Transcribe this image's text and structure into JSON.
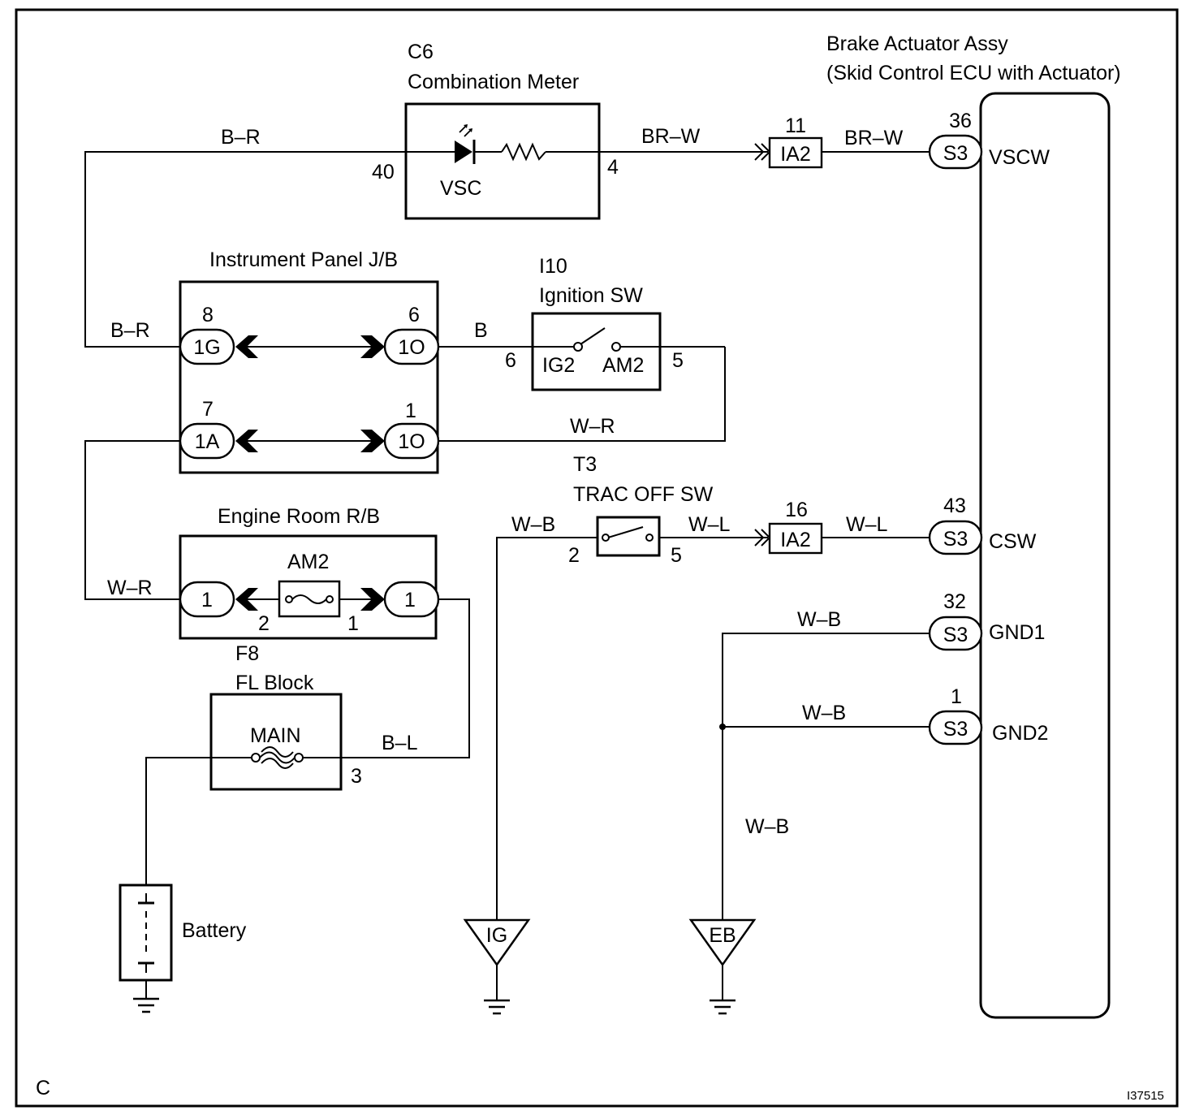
{
  "diagram": {
    "components": {
      "combination_meter": {
        "code": "C6",
        "name": "Combination Meter",
        "indicator": "VSC",
        "pin_in": "40",
        "pin_out": "4"
      },
      "brake_actuator": {
        "name": "Brake Actuator Assy",
        "subtitle": "(Skid Control ECU with Actuator)"
      },
      "instrument_panel_jb": {
        "name": "Instrument Panel J/B"
      },
      "ignition_sw": {
        "code": "I10",
        "name": "Ignition SW",
        "term_left": "IG2",
        "term_right": "AM2",
        "pin_left": "6",
        "pin_right": "5"
      },
      "trac_off_sw": {
        "code": "T3",
        "name": "TRAC OFF SW",
        "pin_left": "2",
        "pin_right": "5"
      },
      "engine_room_rb": {
        "name": "Engine Room R/B",
        "fuse": "AM2",
        "pin_left": "2",
        "pin_right": "1"
      },
      "fl_block": {
        "code": "F8",
        "name": "FL Block",
        "fuse": "MAIN",
        "pin": "3"
      },
      "battery": {
        "name": "Battery"
      }
    },
    "connectors": [
      {
        "id": "ia2-top",
        "label": "IA2",
        "pin": "11"
      },
      {
        "id": "s3-vscw",
        "label": "S3",
        "pin": "36",
        "terminal": "VSCW"
      },
      {
        "id": "jb-1g",
        "label": "1G",
        "pin": "8"
      },
      {
        "id": "jb-1o-top",
        "label": "1O",
        "pin": "6"
      },
      {
        "id": "jb-1a",
        "label": "1A",
        "pin": "7"
      },
      {
        "id": "jb-1o-bottom",
        "label": "1O",
        "pin": "1"
      },
      {
        "id": "rb-left",
        "label": "1"
      },
      {
        "id": "rb-right",
        "label": "1"
      },
      {
        "id": "ia2-mid",
        "label": "IA2",
        "pin": "16"
      },
      {
        "id": "s3-csw",
        "label": "S3",
        "pin": "43",
        "terminal": "CSW"
      },
      {
        "id": "s3-gnd1",
        "label": "S3",
        "pin": "32",
        "terminal": "GND1"
      },
      {
        "id": "s3-gnd2",
        "label": "S3",
        "pin": "1",
        "terminal": "GND2"
      }
    ],
    "wires": {
      "meter_feed_top": "B–R",
      "meter_feed_left": "B–R",
      "vsc_out": "BR–W",
      "vsc_to_ecu": "BR–W",
      "jb_to_ig": "B",
      "ig_return": "W–R",
      "rb_to_jb": "W–R",
      "fl_to_rb": "B–L",
      "trac_ground": "W–B",
      "trac_out": "W–L",
      "trac_to_ecu": "W–L",
      "gnd1": "W–B",
      "gnd2": "W–B",
      "ground_drop": "W–B"
    },
    "grounds": [
      {
        "label": "IG"
      },
      {
        "label": "EB"
      }
    ],
    "page_letter": "C",
    "figure_id": "I37515"
  }
}
